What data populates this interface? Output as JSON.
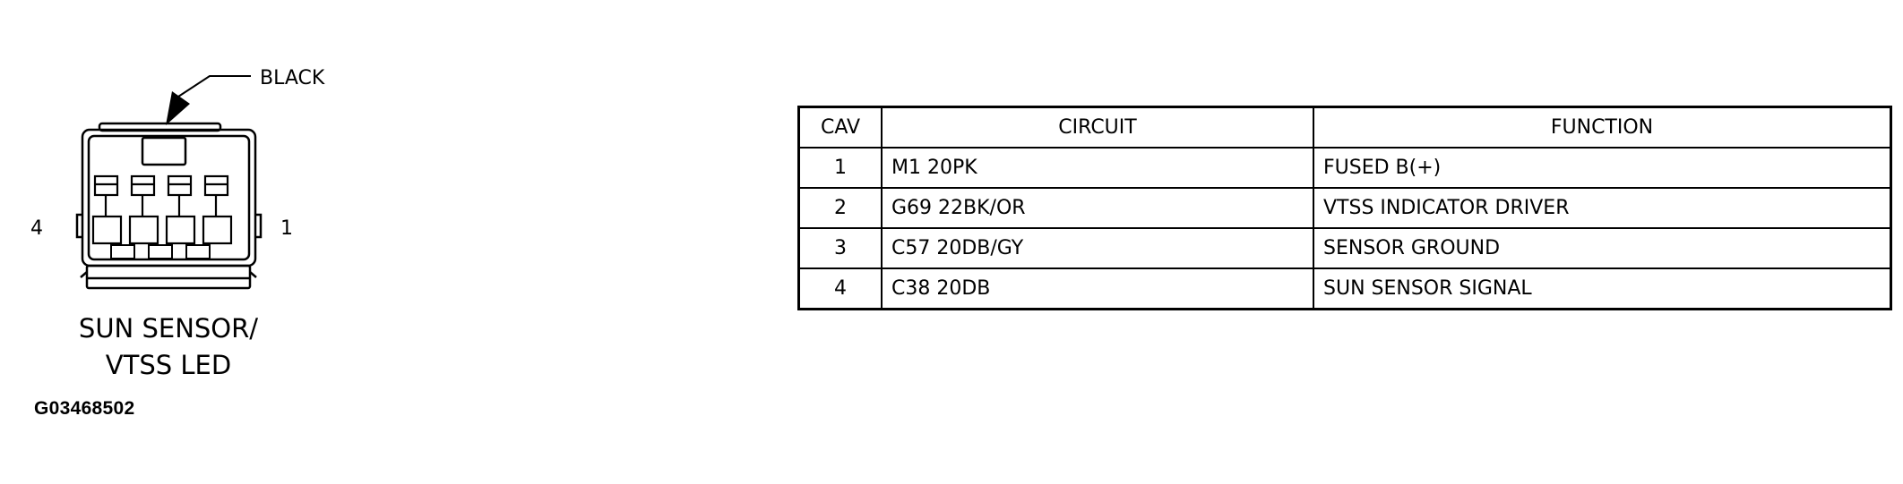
{
  "connector": {
    "color_callout": "BLACK",
    "pin_left_label": "4",
    "pin_right_label": "1",
    "name_line1": "SUN SENSOR/",
    "name_line2": "VTSS LED"
  },
  "figure_code": "G03468502",
  "pin_table": {
    "headers": {
      "cav": "CAV",
      "circuit": "CIRCUIT",
      "function": "FUNCTION"
    },
    "rows": [
      {
        "cav": "1",
        "circuit": "M1 20PK",
        "function": "FUSED B(+)"
      },
      {
        "cav": "2",
        "circuit": "G69 22BK/OR",
        "function": "VTSS INDICATOR DRIVER"
      },
      {
        "cav": "3",
        "circuit": "C57 20DB/GY",
        "function": "SENSOR GROUND"
      },
      {
        "cav": "4",
        "circuit": "C38 20DB",
        "function": "SUN SENSOR SIGNAL"
      }
    ]
  }
}
